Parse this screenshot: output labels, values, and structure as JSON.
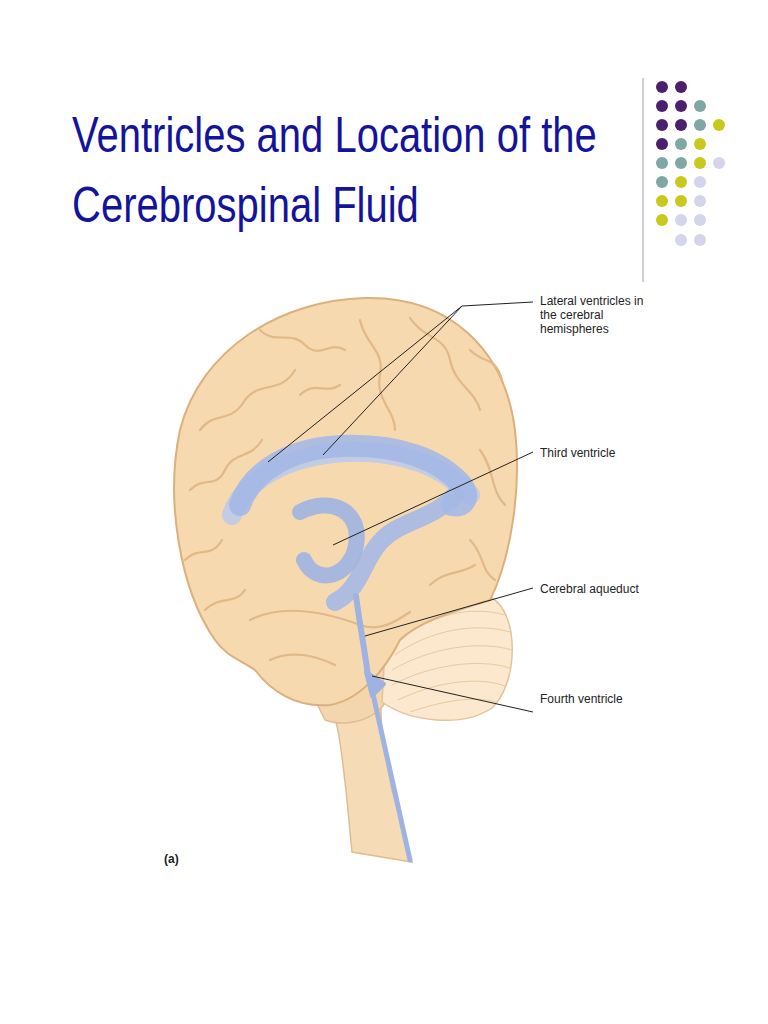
{
  "diagram": {
    "title": "Ventricles and Location of the Cerebrospinal Fluid",
    "labels": [
      "Lateral ventricles in the cerebral hemispheres",
      "Third ventricle",
      "Cerebral aqueduct",
      "Fourth ventricle",
      "(a)"
    ]
  }
}
